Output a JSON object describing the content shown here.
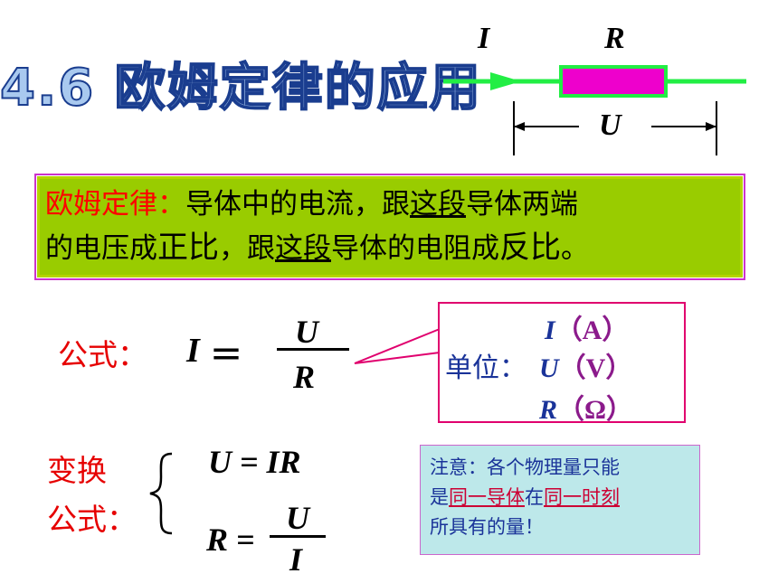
{
  "slide": {
    "title": "4.6 欧姆定律的应用",
    "circuit": {
      "current_symbol": "I",
      "resistor_symbol": "R",
      "voltage_symbol": "U",
      "colors": {
        "wire": "#22ee44",
        "resistor": "#ee00cc"
      }
    },
    "law": {
      "label": "欧姆定律：",
      "part1": "导体中的电流，跟",
      "part1_ul": "这段",
      "part2": "导体两端",
      "part3": "的电压成",
      "part3_big": "正比",
      "part4": "，跟",
      "part4_ul": "这段",
      "part5": "导体的电阻成",
      "part5_big": "反比",
      "part6": "。"
    },
    "formula": {
      "label": "公式：",
      "lhs": "I",
      "equals": "＝",
      "numerator": "U",
      "denominator": "R"
    },
    "units": {
      "label": "单位：",
      "rows": [
        {
          "symbol": "I",
          "unit": "（A）"
        },
        {
          "symbol": "U",
          "unit": "（V）"
        },
        {
          "symbol": "R",
          "unit": "（Ω）"
        }
      ]
    },
    "transform": {
      "label_line1": "变换",
      "label_line2": "公式：",
      "eq1": "U = IR",
      "eq2_lhs": "R =",
      "eq2_num": "U",
      "eq2_den": "I"
    },
    "note": {
      "line1": "注意：各个物理量只能",
      "line2_a": "是",
      "line2_ul1": "同一导体",
      "line2_b": "在",
      "line2_ul2": "同一时刻",
      "line3": "所具有的量！"
    }
  }
}
